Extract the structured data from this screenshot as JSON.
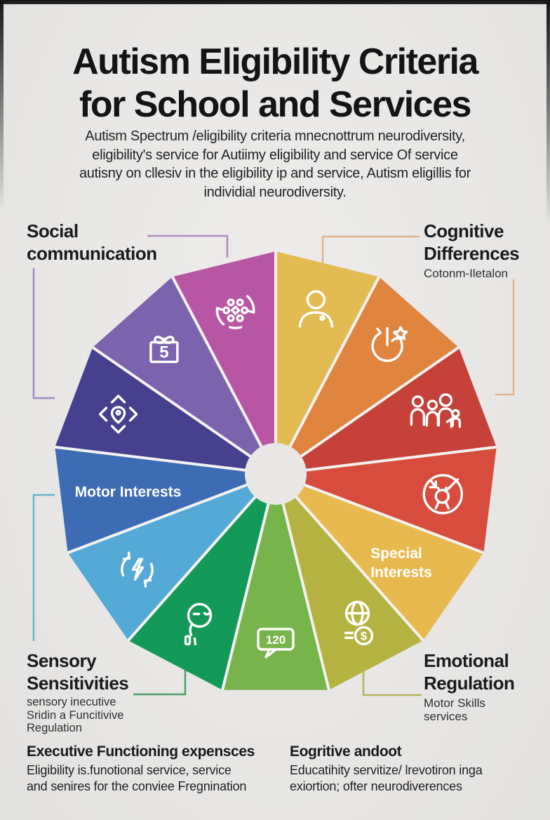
{
  "page": {
    "background": "#e8e7e5"
  },
  "header": {
    "title_lines": [
      "Autism Eligibility Criteria",
      "for School and Services"
    ],
    "subtitle_lines": [
      "Autism Spectrum /eligibility criteria mnecnottrum neurodiversity,",
      "eligibility's service for Autiimy eligibility and service Of service",
      "autisny on cllesiv in the eligibility ip and service, Autism eligillis for",
      "individial neurodiversity."
    ]
  },
  "callouts": {
    "social_communication": {
      "heading_lines": [
        "Social",
        "communication"
      ]
    },
    "cognitive_differences": {
      "heading_lines": [
        "Cognitive",
        "Differences"
      ],
      "sub_lines": [
        "Cotonm-Iletalon"
      ]
    },
    "sensory_sensitivities": {
      "heading_lines": [
        "Sensory",
        "Sensitivities"
      ],
      "sub_lines": [
        "sensory inecutive",
        "Sridin a Funcitivive",
        "Regulation"
      ]
    },
    "emotional_regulation": {
      "heading_lines": [
        "Emotional",
        "Regulation"
      ],
      "sub_lines": [
        "Motor Skills",
        "services"
      ]
    },
    "executive_functioning": {
      "heading": "Executive Functioning expensces",
      "body_lines": [
        "Eligibility is.funotional service, service",
        "and senires for the conviee Fregnination"
      ]
    },
    "cognitive_note": {
      "heading": "Eogritive andoot",
      "body_lines": [
        "Educatihity servitize/ lrevotiron inga",
        "exiortion; ofter neurodiverences"
      ]
    }
  },
  "chart_data": {
    "type": "pie",
    "title": "Autism Eligibility Criteria wheel",
    "equal_segments": true,
    "start_angle_deg": -90,
    "direction": "clockwise",
    "legend_position": "around-wheel",
    "segments": [
      {
        "name": "cognitive-profile",
        "color": "#e2bc52",
        "icon": "person-icon",
        "value": 1
      },
      {
        "name": "achievement-power",
        "color": "#e08540",
        "icon": "power-star-icon",
        "value": 1
      },
      {
        "name": "family-group",
        "color": "#c5413a",
        "icon": "people-group-icon",
        "value": 1
      },
      {
        "name": "focus-target",
        "color": "#d74c3c",
        "icon": "target-arrow-icon",
        "value": 1
      },
      {
        "name": "special-interests",
        "color": "#e8b94f",
        "label_lines": [
          "Special",
          "Interests"
        ],
        "value": 1
      },
      {
        "name": "global-finance",
        "color": "#b6b242",
        "icon": "globe-money-icon",
        "value": 1
      },
      {
        "name": "speech-count",
        "color": "#77b44c",
        "icon": "speech-bubble-icon",
        "icon_text": "120",
        "value": 1
      },
      {
        "name": "thinking-reflection",
        "color": "#149a58",
        "icon": "thinking-face-icon",
        "value": 1
      },
      {
        "name": "energy-cycle",
        "color": "#54a9d6",
        "icon": "sync-lightning-icon",
        "value": 1
      },
      {
        "name": "motor-interests",
        "color": "#3e6cb4",
        "label_lines": [
          "Motor Interests"
        ],
        "value": 1
      },
      {
        "name": "location-scan",
        "color": "#46408f",
        "icon": "diamond-pin-icon",
        "value": 1
      },
      {
        "name": "gift-five",
        "color": "#7c63ad",
        "icon": "gift-icon",
        "icon_text": "5",
        "value": 1
      },
      {
        "name": "dots-cycle",
        "color": "#b956a4",
        "icon": "dots-cycle-icon",
        "value": 1
      }
    ]
  }
}
